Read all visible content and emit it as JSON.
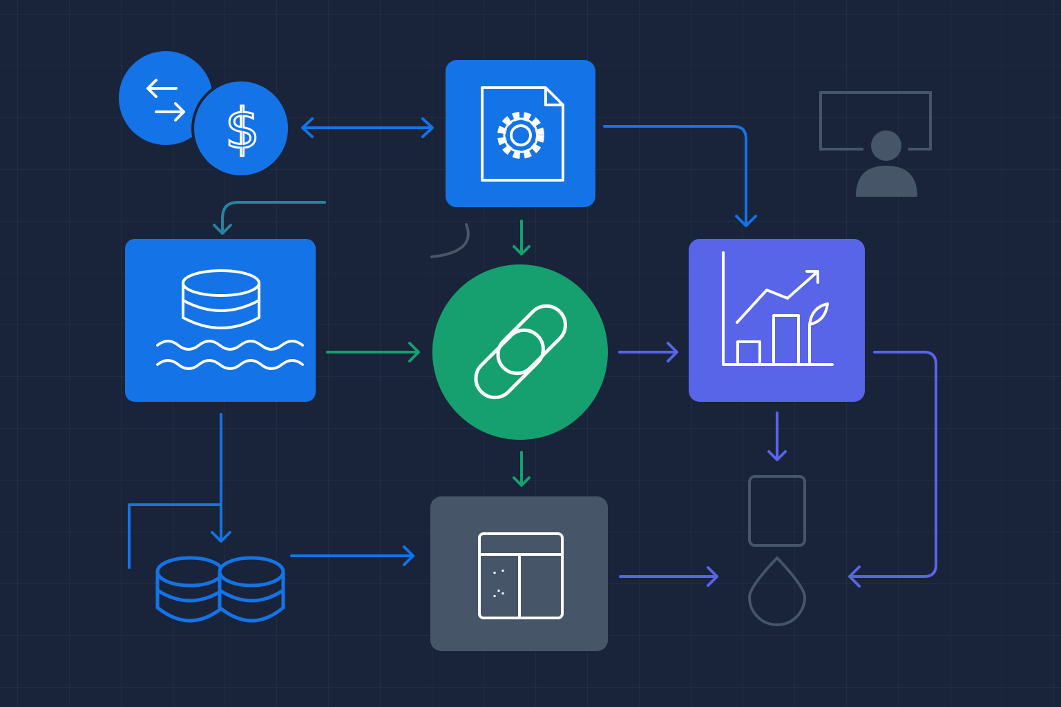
{
  "colors": {
    "background": "#19243a",
    "grid": "#223048",
    "blue": "#1473e6",
    "green": "#16a070",
    "indigo": "#5865e8",
    "slate": "#475569",
    "teal": "#2a8fa8",
    "icon_stroke": "#ffffff"
  },
  "icons": {
    "dollar_glyph": "$"
  },
  "nodes": [
    {
      "id": "exchange",
      "icon": "exchange-arrows-icon"
    },
    {
      "id": "currency",
      "icon": "dollar-icon"
    },
    {
      "id": "config-document",
      "icon": "document-gear-icon"
    },
    {
      "id": "user-monitor",
      "icon": "user-presentation-icon"
    },
    {
      "id": "data-lake",
      "icon": "database-waves-icon"
    },
    {
      "id": "integration-hub",
      "icon": "link-icon"
    },
    {
      "id": "analytics",
      "icon": "growth-chart-icon"
    },
    {
      "id": "databases",
      "icon": "database-cluster-icon"
    },
    {
      "id": "table-view",
      "icon": "table-layout-icon"
    },
    {
      "id": "container",
      "icon": "rectangle-outline-icon"
    },
    {
      "id": "drop",
      "icon": "drop-icon"
    }
  ]
}
